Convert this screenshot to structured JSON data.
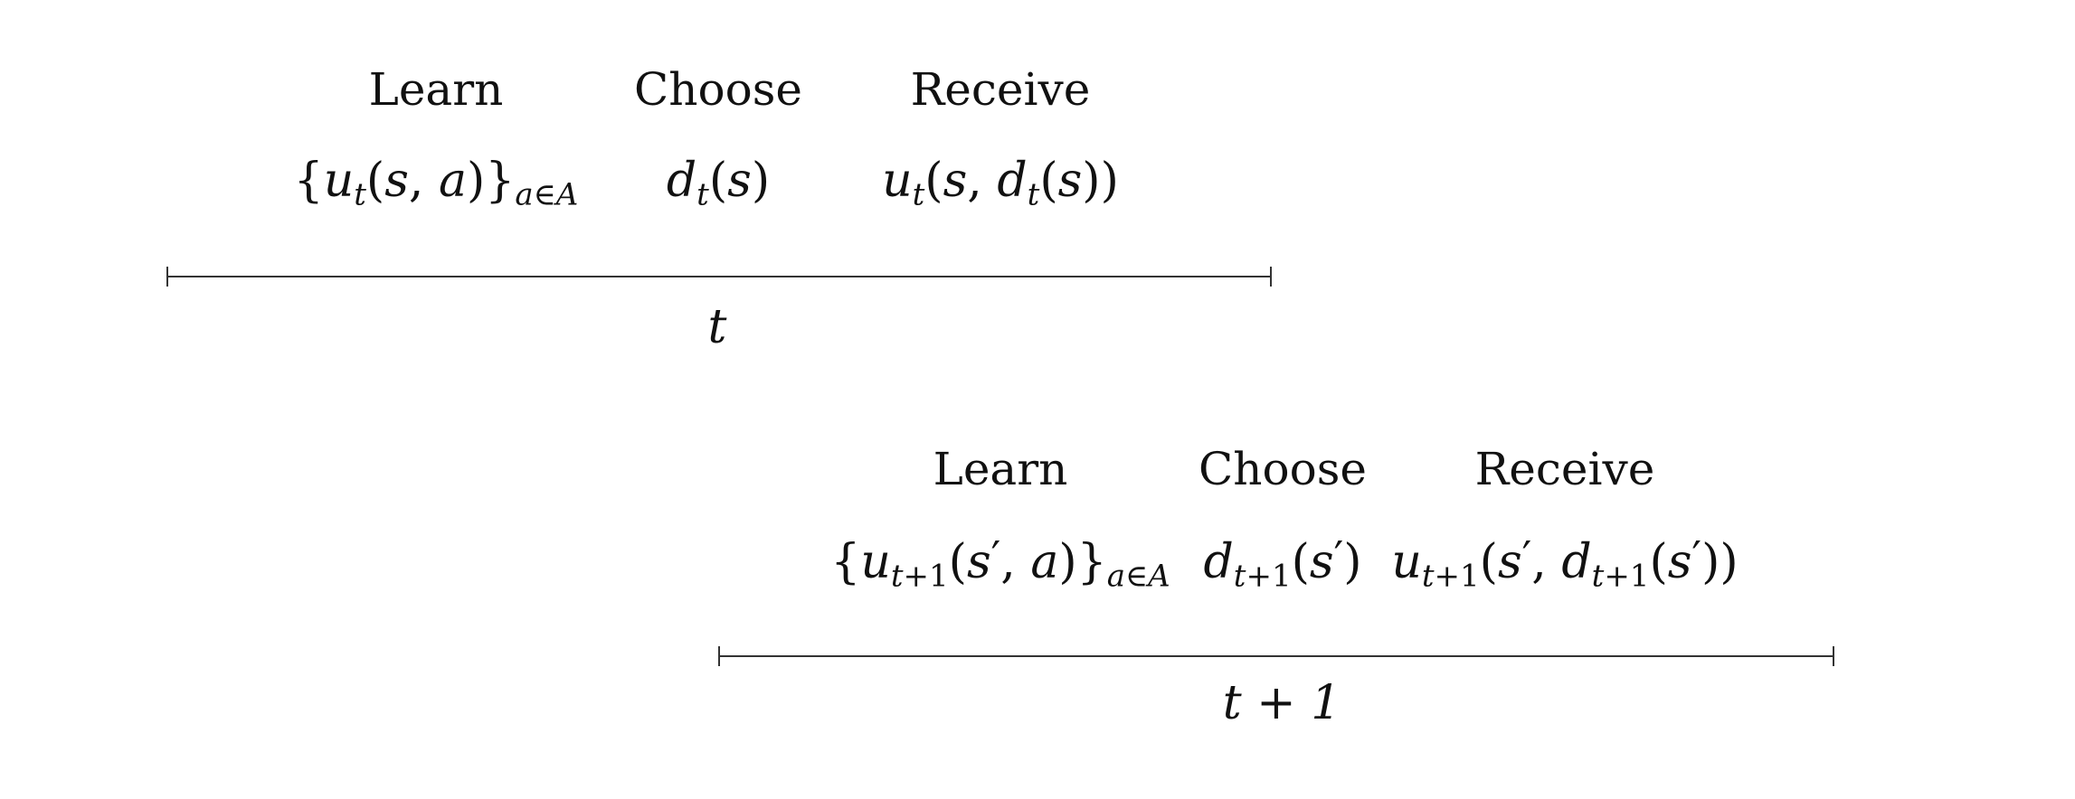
{
  "periods": [
    {
      "stages": {
        "learn": {
          "label": "Learn",
          "expression": "{u_t(s, a)}_{a∈A}"
        },
        "choose": {
          "label": "Choose",
          "expression": "d_t(s)"
        },
        "receive": {
          "label": "Receive",
          "expression": "u_t(s, d_t(s))"
        }
      },
      "timeline_label": "t"
    },
    {
      "stages": {
        "learn": {
          "label": "Learn",
          "expression": "{u_{t+1}(s′, a)}_{a∈A}"
        },
        "choose": {
          "label": "Choose",
          "expression": "d_{t+1}(s′)"
        },
        "receive": {
          "label": "Receive",
          "expression": "u_{t+1}(s′, d_{t+1}(s′))"
        }
      },
      "timeline_label": "t + 1"
    }
  ]
}
